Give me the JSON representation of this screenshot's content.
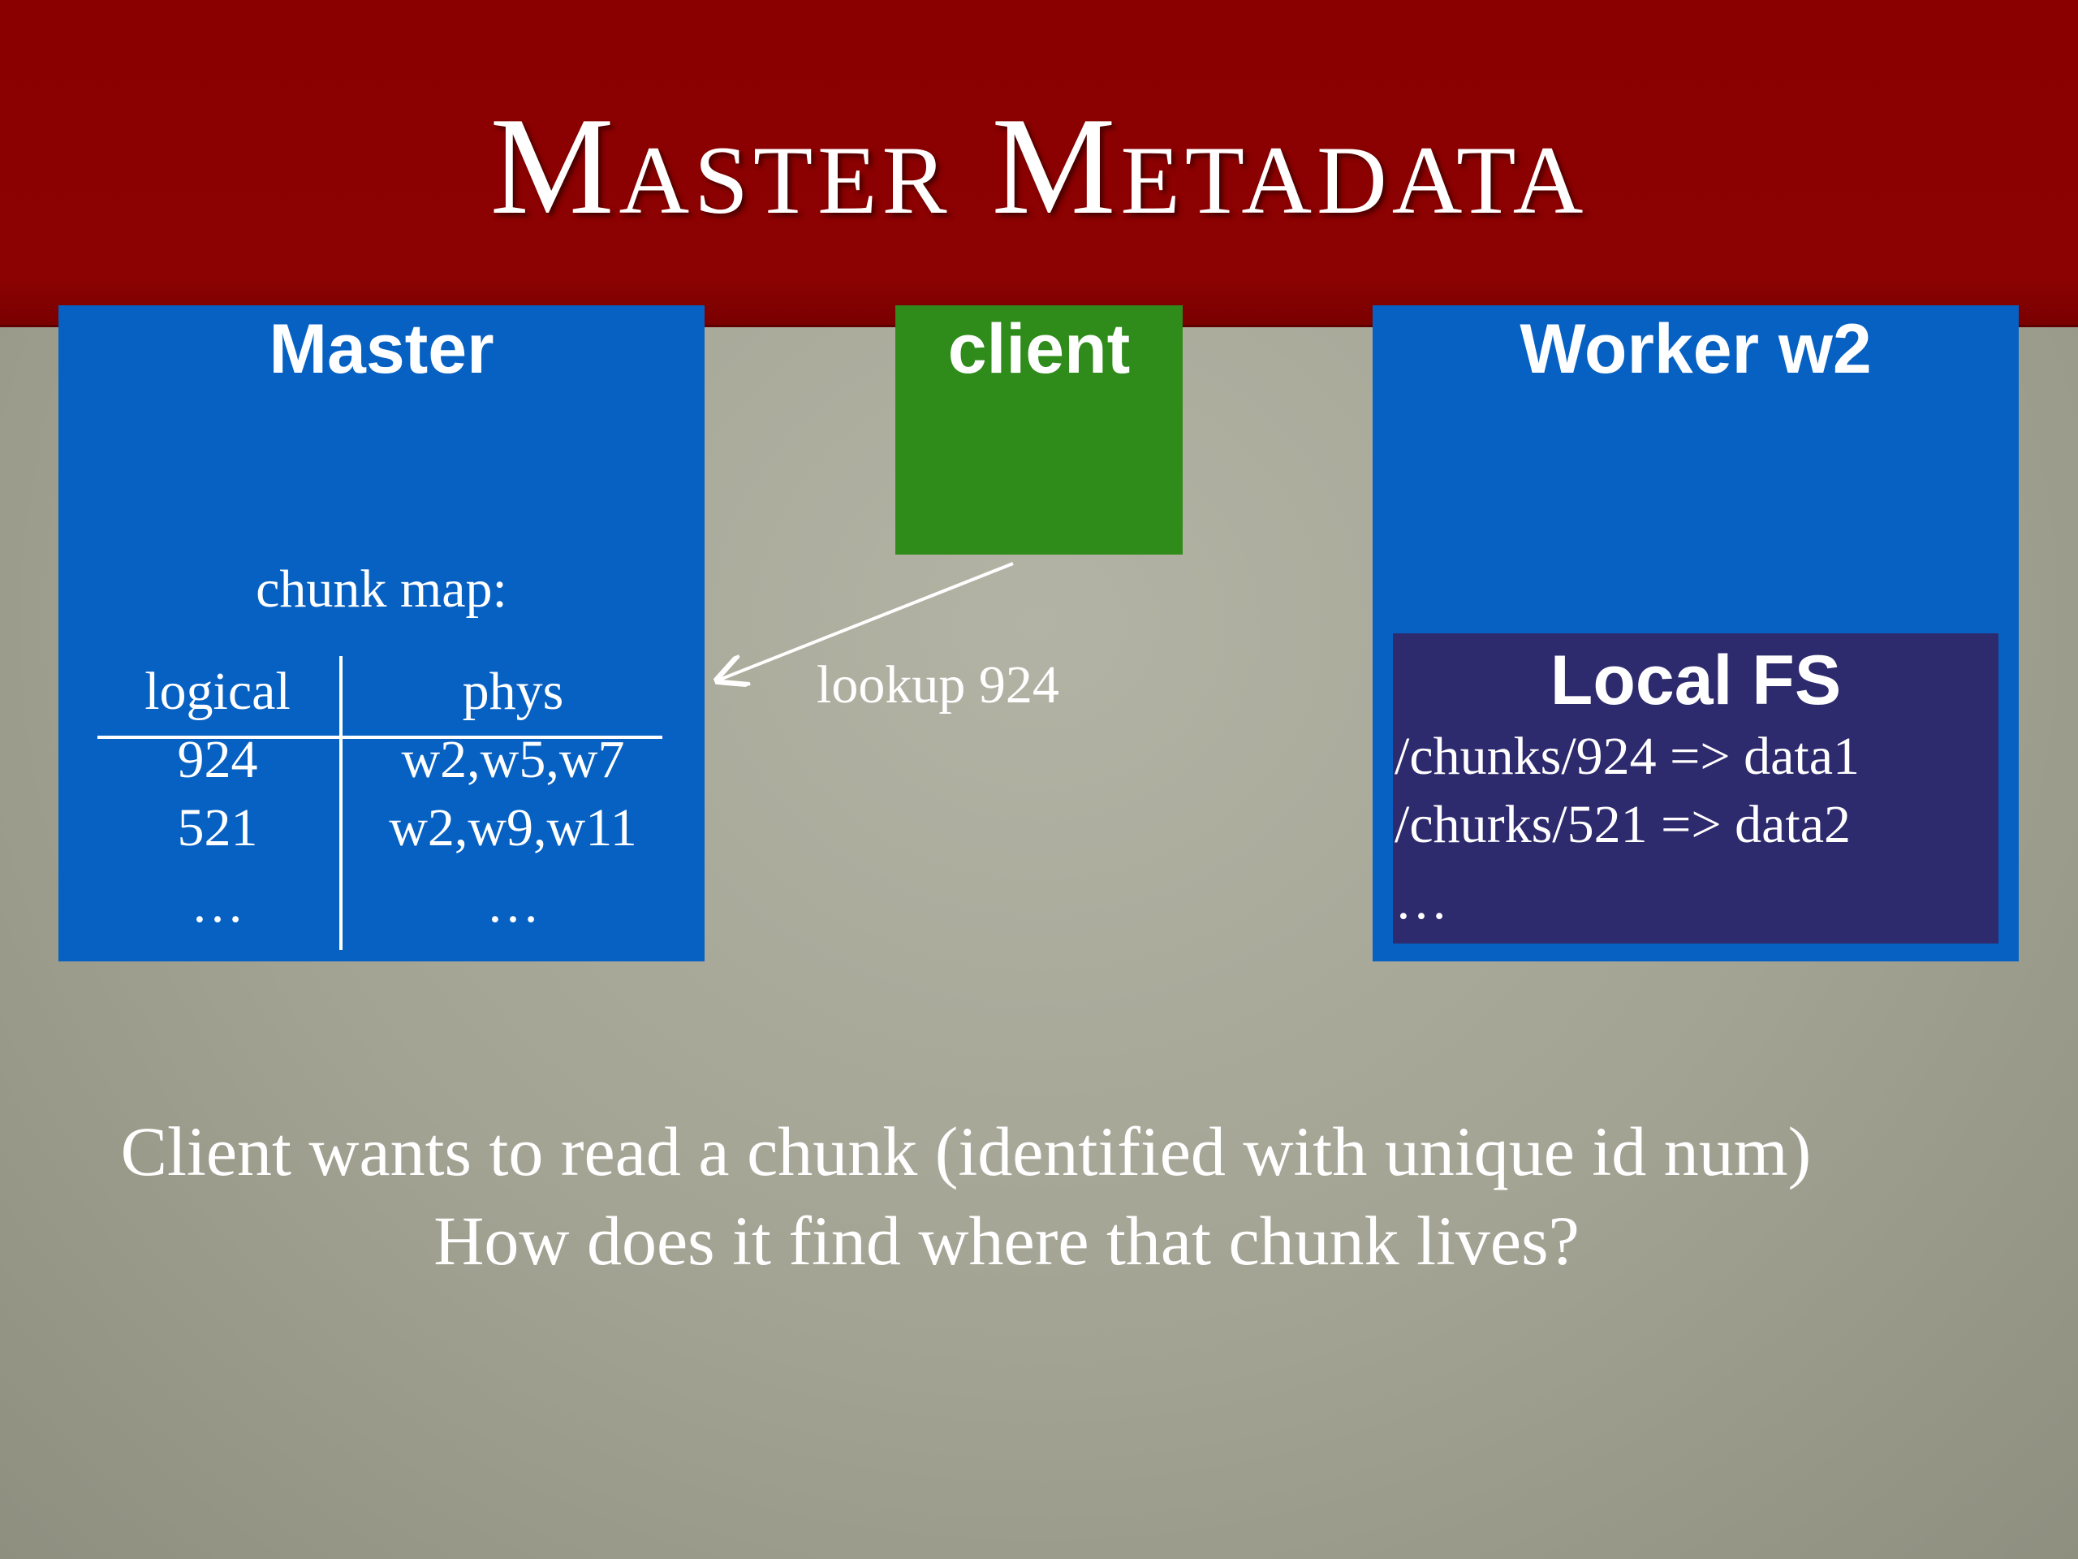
{
  "slide": {
    "title": "Master Metadata"
  },
  "master": {
    "title": "Master",
    "chunk_map_label": "chunk map:",
    "columns": [
      "logical",
      "phys"
    ],
    "rows": [
      [
        "924",
        "w2,w5,w7"
      ],
      [
        "521",
        "w2,w9,w11"
      ],
      [
        "…",
        "…"
      ]
    ]
  },
  "client": {
    "title": "client"
  },
  "arrow": {
    "label": "lookup 924"
  },
  "worker": {
    "title": "Worker w2",
    "local_fs": {
      "title": "Local FS",
      "lines": [
        "/chunks/924 => data1",
        "/churks/521 => data2",
        "…"
      ]
    }
  },
  "caption": {
    "line1": "Client wants to read a chunk (identified with unique id num)",
    "line2": "How does it find where that chunk lives?"
  },
  "colors": {
    "header": "#8c0202",
    "box_blue": "#0661c3",
    "client_green": "#2f8b1a",
    "local_fs": "#2e2a6e"
  }
}
